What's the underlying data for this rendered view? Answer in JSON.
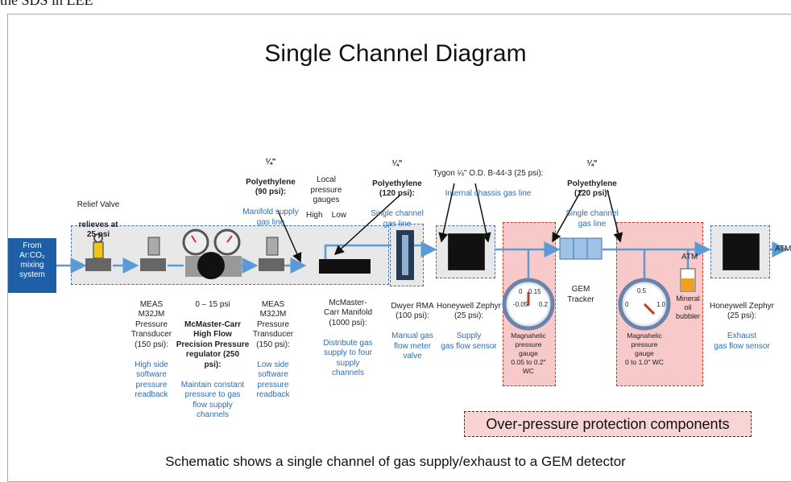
{
  "top_cut_text": "the SDS in LEE",
  "title": "Single Channel Diagram",
  "caption": "Schematic shows a single channel of gas supply/exhaust to a GEM detector",
  "source": "From\nAr:CO₂\nmixing\nsystem",
  "atm_right": "ATM",
  "atm_bubbler": "ATM",
  "relief": {
    "line1": "Relief Valve",
    "line2": "relieves at\n25 psi"
  },
  "poly1": {
    "size": "¼\"",
    "name": "Polyethylene\n(90 psi):",
    "desc": "Manifold supply\ngas line"
  },
  "local_gauges": "Local\npressure\ngauges",
  "high_low": "High    Low",
  "poly2": {
    "size": "¼\"",
    "name": "Polyethylene\n(120 psi):",
    "desc": "Single channel\ngas line"
  },
  "tygon": {
    "name": "Tygon ¼\" O.D. B-44-3 (25 psi):",
    "desc": "Internal chassis gas line"
  },
  "poly3": {
    "size": "¼\"",
    "name": "Polyethylene\n(120 psi):",
    "desc": "Single channel\ngas line"
  },
  "meas1": {
    "name": "MEAS\nM32JM\nPressure\nTransducer\n(150 psi):",
    "desc": "High side\nsoftware\npressure\nreadback"
  },
  "regulator": {
    "range": "0 – 15 psi",
    "name": "McMaster-Carr\nHigh Flow\nPrecision Pressure\nregulator (250\npsi):",
    "desc": "Maintain constant\npressure to gas\nflow supply\nchannels"
  },
  "meas2": {
    "name": "MEAS\nM32JM\nPressure\nTransducer\n(150 psi):",
    "desc": "Low side\nsoftware\npressure\nreadback"
  },
  "manifold": {
    "name": "McMaster-\nCarr Manifold\n(1000 psi):",
    "desc": "Distribute gas\nsupply to four\nsupply\nchannels"
  },
  "dwyer": {
    "name": "Dwyer RMA\n(100 psi):",
    "desc": "Manual gas\nflow meter\nvalve"
  },
  "zephyr1": {
    "name": "Honeywell Zephyr\n(25 psi):",
    "desc": "Supply\ngas flow sensor"
  },
  "gem": "GEM\nTracker",
  "mag1": {
    "ticks": [
      "0",
      "0.15",
      "-0.05",
      "0.2"
    ],
    "label": "Magnahelic\npressure\ngauge\n0.05 to 0.2\"\nWC"
  },
  "mag2": {
    "ticks": [
      "0.5",
      "0",
      "1.0"
    ],
    "label": "Magnahelic\npressure\ngauge\n0 to 1.0\" WC"
  },
  "bubbler": "Mineral\noil\nbubbler",
  "zephyr2": {
    "name": "Honeywell Zephyr\n(25 psi):",
    "desc": "Exhaust\ngas flow sensor"
  },
  "overpressure": "Over-pressure protection components",
  "colors": {
    "line": "#5b9bd5",
    "source_box": "#1f5fa8",
    "red_zone": "#f7c9c9",
    "text_blue": "#2e6db4"
  }
}
